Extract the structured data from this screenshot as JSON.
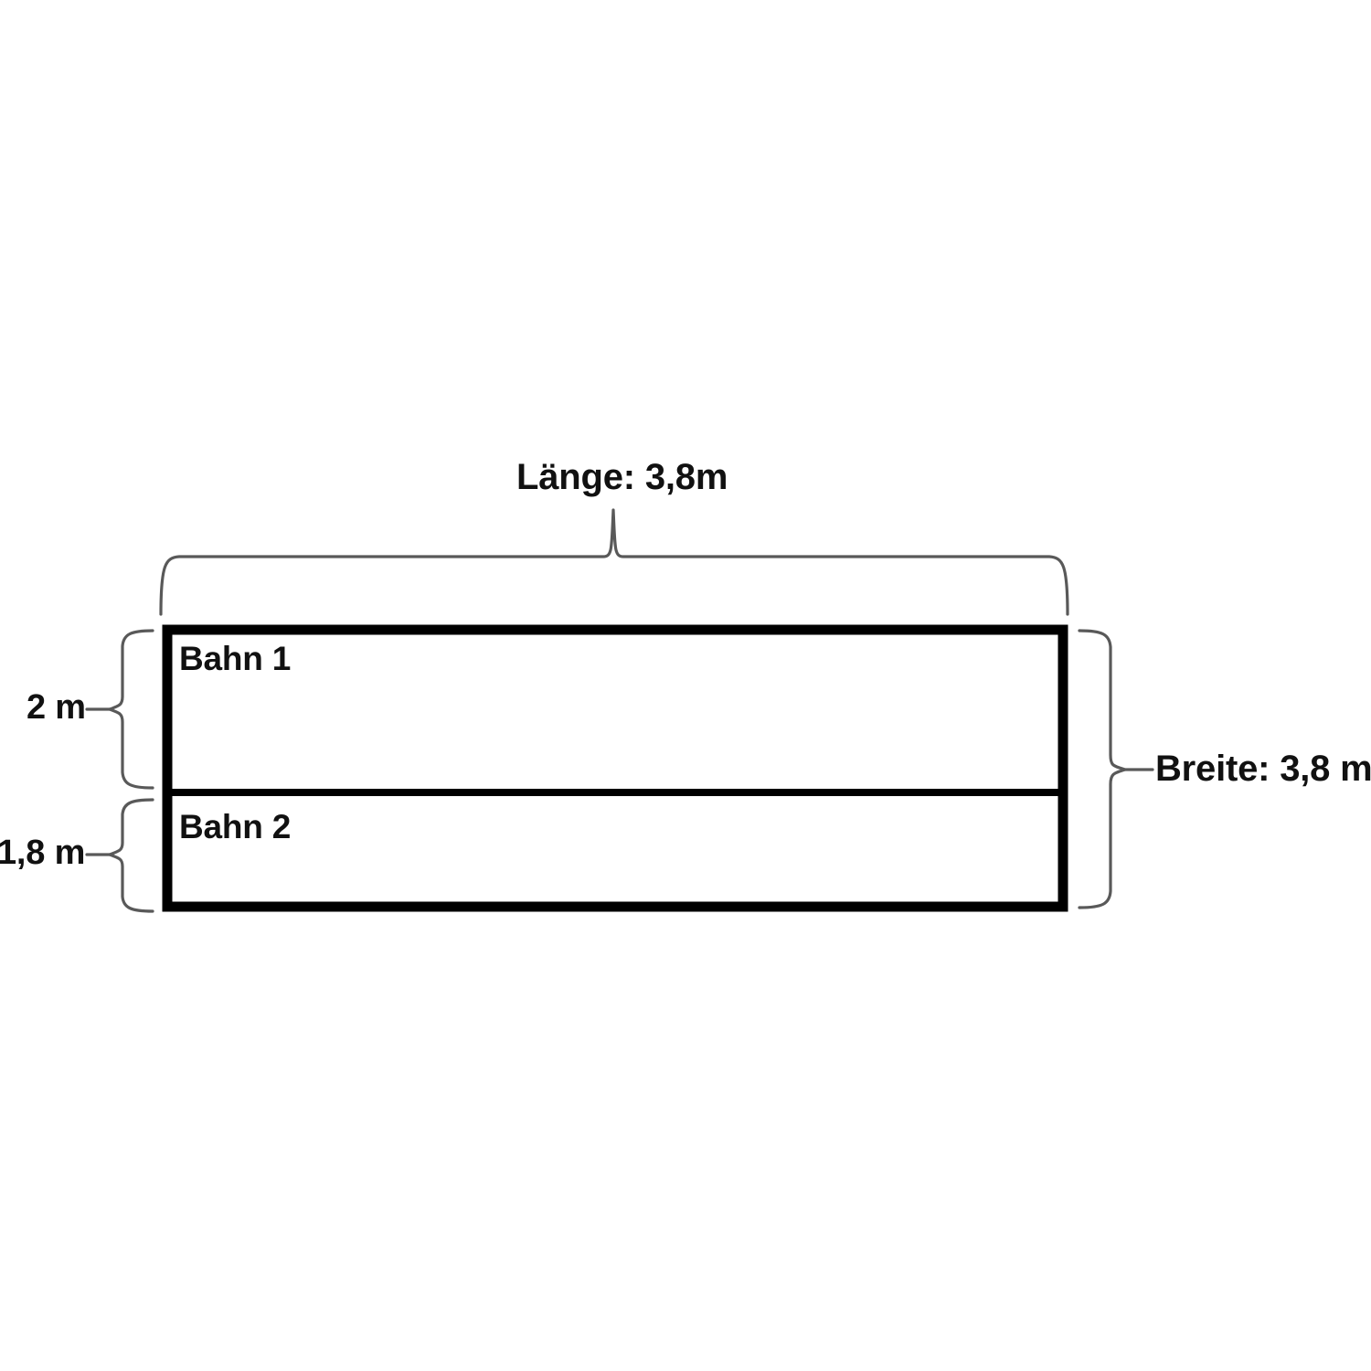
{
  "diagram": {
    "title_top": "Länge: 3,8m",
    "label_right": "Breite: 3,8 m",
    "label_left_top": "2 m",
    "label_left_bottom": "1,8 m",
    "lane_top": "Bahn 1",
    "lane_bottom": "Bahn 2",
    "colors": {
      "stroke": "#000000",
      "brace": "#595959",
      "background": "#ffffff",
      "text": "#111111"
    }
  }
}
